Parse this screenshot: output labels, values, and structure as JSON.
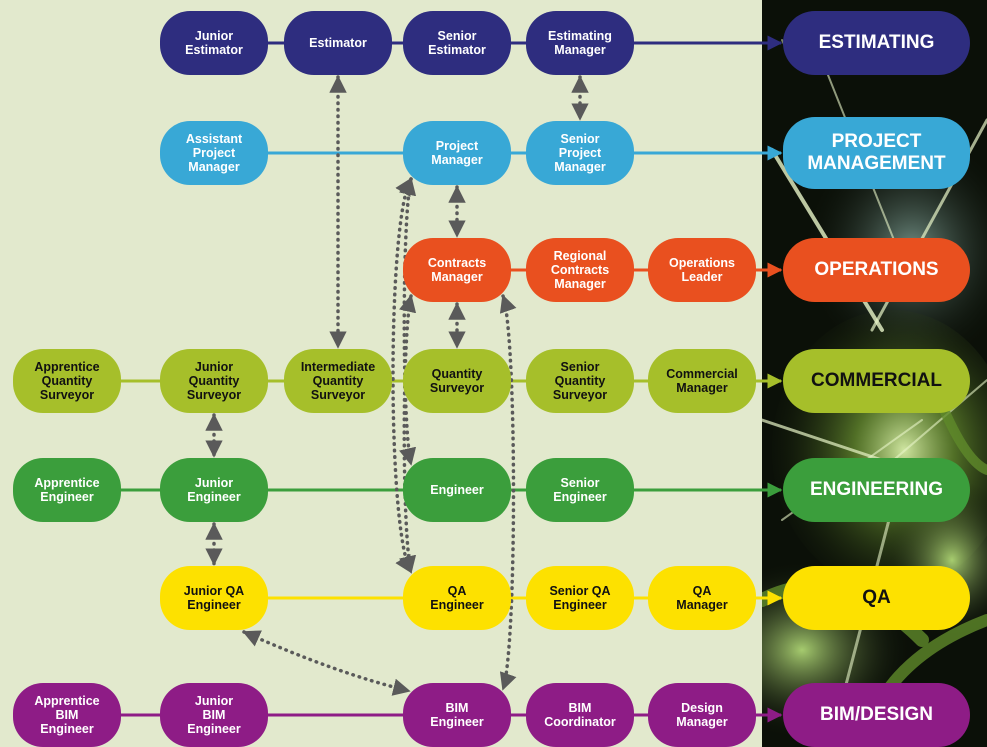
{
  "colors": {
    "estimating": "#2e2d7f",
    "project_management": "#38a8d6",
    "operations": "#e9501f",
    "commercial": "#a6bf2a",
    "engineering": "#3b9e3c",
    "qa": "#fde100",
    "bim_design": "#8e1c86",
    "connector": "#5a5a5a"
  },
  "tracks": [
    {
      "id": "estimating",
      "label": "ESTIMATING",
      "color": "#2e2d7f",
      "text_color": "#ffffff"
    },
    {
      "id": "project_management",
      "label": "PROJECT\nMANAGEMENT",
      "color": "#38a8d6",
      "text_color": "#ffffff"
    },
    {
      "id": "operations",
      "label": "OPERATIONS",
      "color": "#e9501f",
      "text_color": "#ffffff"
    },
    {
      "id": "commercial",
      "label": "COMMERCIAL",
      "color": "#a6bf2a",
      "text_color": "#111111"
    },
    {
      "id": "engineering",
      "label": "ENGINEERING",
      "color": "#3b9e3c",
      "text_color": "#ffffff"
    },
    {
      "id": "qa",
      "label": "QA",
      "color": "#fde100",
      "text_color": "#111111"
    },
    {
      "id": "bim_design",
      "label": "BIM/DESIGN",
      "color": "#8e1c86",
      "text_color": "#ffffff"
    }
  ],
  "roles": {
    "junior_estimator": "Junior\nEstimator",
    "estimator": "Estimator",
    "senior_estimator": "Senior\nEstimator",
    "estimating_manager": "Estimating\nManager",
    "assistant_project_manager": "Assistant\nProject\nManager",
    "project_manager": "Project\nManager",
    "senior_project_manager": "Senior\nProject\nManager",
    "contracts_manager": "Contracts\nManager",
    "regional_contracts_manager": "Regional\nContracts\nManager",
    "operations_leader": "Operations\nLeader",
    "apprentice_quantity_surveyor": "Apprentice\nQuantity\nSurveyor",
    "junior_quantity_surveyor": "Junior\nQuantity\nSurveyor",
    "intermediate_quantity_surveyor": "Intermediate\nQuantity\nSurveyor",
    "quantity_surveyor": "Quantity\nSurveyor",
    "senior_quantity_surveyor": "Senior\nQuantity\nSurveyor",
    "commercial_manager": "Commercial\nManager",
    "apprentice_engineer": "Apprentice\nEngineer",
    "junior_engineer": "Junior\nEngineer",
    "engineer": "Engineer",
    "senior_engineer": "Senior\nEngineer",
    "junior_qa_engineer": "Junior QA\nEngineer",
    "qa_engineer": "QA\nEngineer",
    "senior_qa_engineer": "Senior QA\nEngineer",
    "qa_manager": "QA\nManager",
    "apprentice_bim_engineer": "Apprentice\nBIM\nEngineer",
    "junior_bim_engineer": "Junior\nBIM\nEngineer",
    "bim_engineer": "BIM\nEngineer",
    "bim_coordinator": "BIM\nCoordinator",
    "design_manager": "Design\nManager"
  },
  "role_track": {
    "junior_estimator": "estimating",
    "estimator": "estimating",
    "senior_estimator": "estimating",
    "estimating_manager": "estimating",
    "assistant_project_manager": "project_management",
    "project_manager": "project_management",
    "senior_project_manager": "project_management",
    "contracts_manager": "operations",
    "regional_contracts_manager": "operations",
    "operations_leader": "operations",
    "apprentice_quantity_surveyor": "commercial",
    "junior_quantity_surveyor": "commercial",
    "intermediate_quantity_surveyor": "commercial",
    "quantity_surveyor": "commercial",
    "senior_quantity_surveyor": "commercial",
    "commercial_manager": "commercial",
    "apprentice_engineer": "engineering",
    "junior_engineer": "engineering",
    "engineer": "engineering",
    "senior_engineer": "engineering",
    "junior_qa_engineer": "qa",
    "qa_engineer": "qa",
    "senior_qa_engineer": "qa",
    "qa_manager": "qa",
    "apprentice_bim_engineer": "bim_design",
    "junior_bim_engineer": "bim_design",
    "bim_engineer": "bim_design",
    "bim_coordinator": "bim_design",
    "design_manager": "bim_design"
  },
  "lateral_moves": [
    [
      "estimator",
      "intermediate_quantity_surveyor"
    ],
    [
      "estimating_manager",
      "senior_project_manager"
    ],
    [
      "project_manager",
      "contracts_manager"
    ],
    [
      "project_manager",
      "engineer"
    ],
    [
      "project_manager",
      "qa_engineer"
    ],
    [
      "contracts_manager",
      "quantity_surveyor"
    ],
    [
      "contracts_manager",
      "qa_engineer"
    ],
    [
      "contracts_manager",
      "bim_engineer"
    ],
    [
      "junior_quantity_surveyor",
      "junior_engineer"
    ],
    [
      "junior_engineer",
      "junior_qa_engineer"
    ],
    [
      "junior_qa_engineer",
      "bim_engineer"
    ]
  ]
}
